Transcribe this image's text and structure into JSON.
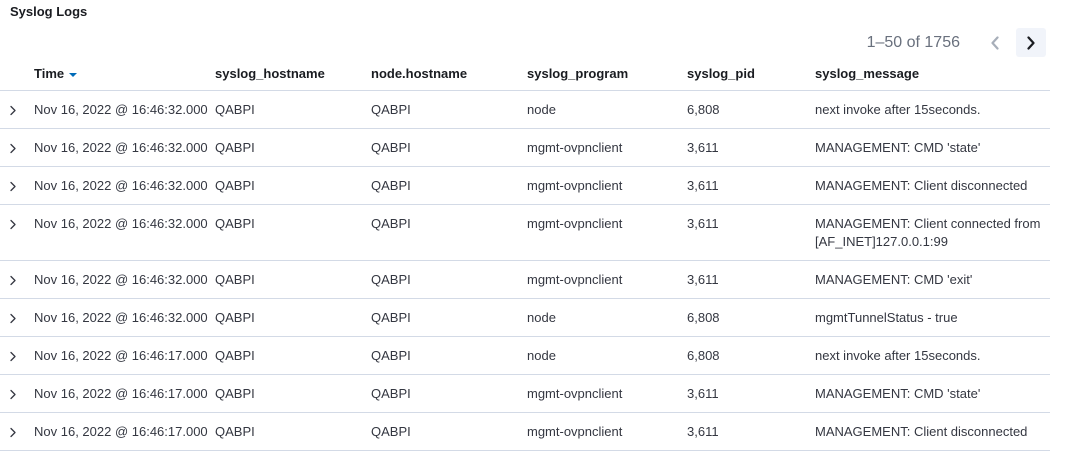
{
  "panel": {
    "title": "Syslog Logs"
  },
  "pagination": {
    "range_label": "1–50 of 1756"
  },
  "columns": {
    "time": "Time",
    "hostname": "syslog_hostname",
    "node_hostname": "node.hostname",
    "program": "syslog_program",
    "pid": "syslog_pid",
    "message": "syslog_message"
  },
  "rows": [
    {
      "time": "Nov 16, 2022 @ 16:46:32.000",
      "hostname": "QABPI",
      "node_hostname": "QABPI",
      "program": "node",
      "pid": "6,808",
      "message": "next invoke after 15seconds."
    },
    {
      "time": "Nov 16, 2022 @ 16:46:32.000",
      "hostname": "QABPI",
      "node_hostname": "QABPI",
      "program": "mgmt-ovpnclient",
      "pid": "3,611",
      "message": "MANAGEMENT: CMD 'state'"
    },
    {
      "time": "Nov 16, 2022 @ 16:46:32.000",
      "hostname": "QABPI",
      "node_hostname": "QABPI",
      "program": "mgmt-ovpnclient",
      "pid": "3,611",
      "message": "MANAGEMENT: Client disconnected"
    },
    {
      "time": "Nov 16, 2022 @ 16:46:32.000",
      "hostname": "QABPI",
      "node_hostname": "QABPI",
      "program": "mgmt-ovpnclient",
      "pid": "3,611",
      "message": "MANAGEMENT: Client connected from [AF_INET]127.0.0.1:99"
    },
    {
      "time": "Nov 16, 2022 @ 16:46:32.000",
      "hostname": "QABPI",
      "node_hostname": "QABPI",
      "program": "mgmt-ovpnclient",
      "pid": "3,611",
      "message": "MANAGEMENT: CMD 'exit'"
    },
    {
      "time": "Nov 16, 2022 @ 16:46:32.000",
      "hostname": "QABPI",
      "node_hostname": "QABPI",
      "program": "node",
      "pid": "6,808",
      "message": "mgmtTunnelStatus - true"
    },
    {
      "time": "Nov 16, 2022 @ 16:46:17.000",
      "hostname": "QABPI",
      "node_hostname": "QABPI",
      "program": "node",
      "pid": "6,808",
      "message": "next invoke after 15seconds."
    },
    {
      "time": "Nov 16, 2022 @ 16:46:17.000",
      "hostname": "QABPI",
      "node_hostname": "QABPI",
      "program": "mgmt-ovpnclient",
      "pid": "3,611",
      "message": "MANAGEMENT: CMD 'state'"
    },
    {
      "time": "Nov 16, 2022 @ 16:46:17.000",
      "hostname": "QABPI",
      "node_hostname": "QABPI",
      "program": "mgmt-ovpnclient",
      "pid": "3,611",
      "message": "MANAGEMENT: Client disconnected"
    }
  ],
  "icons": {
    "expand": "chevron-right-icon",
    "sort": "sort-descending-icon",
    "prev": "chevron-left-icon",
    "next": "chevron-right-icon"
  },
  "colors": {
    "accent": "#006bb8",
    "border": "#d3dae6",
    "text": "#343741",
    "muted": "#69707d"
  }
}
